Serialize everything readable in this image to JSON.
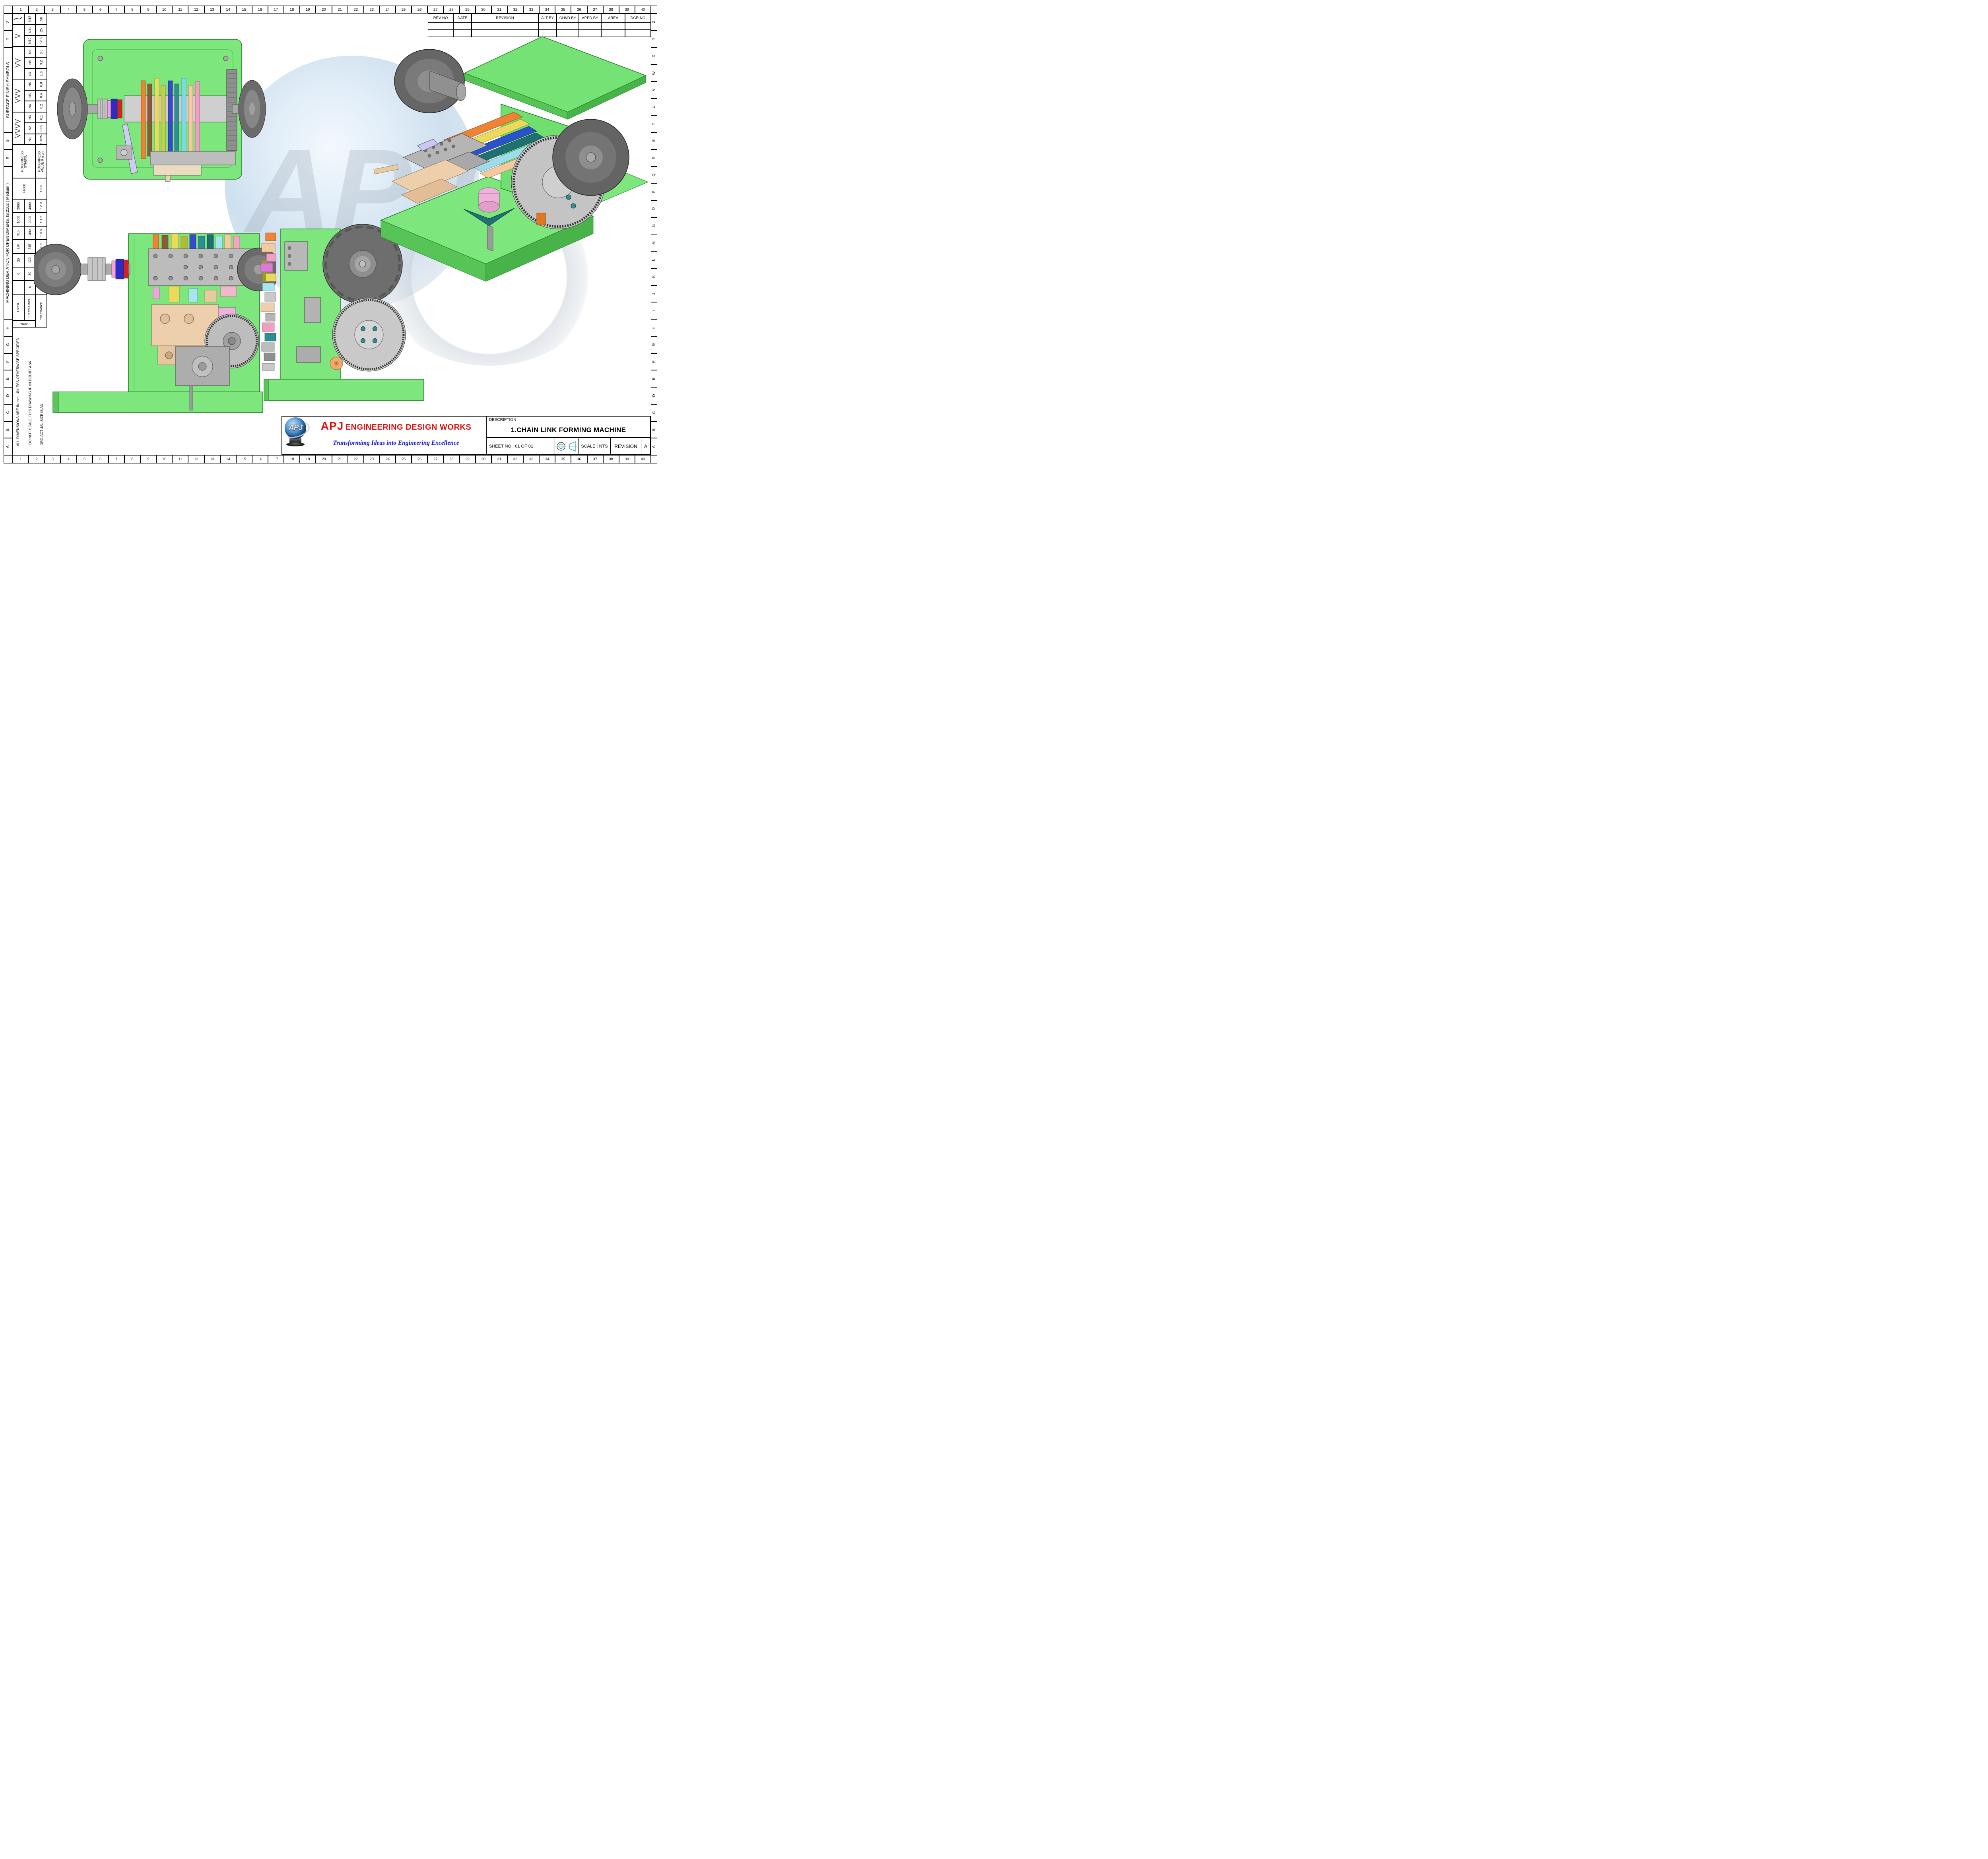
{
  "colors": {
    "machine_green": "#7DE77D",
    "machine_green_dark": "#1E7A1E",
    "flywheel_gray": "#6B6B6B",
    "brand_red": "#E01010",
    "tagline_blue": "#1414E0",
    "projection_teal": "#18A8A8"
  },
  "grid": {
    "columns": [
      "1",
      "2",
      "3",
      "4",
      "5",
      "6",
      "7",
      "8",
      "9",
      "10",
      "11",
      "12",
      "13",
      "14",
      "15",
      "16",
      "17",
      "18",
      "19",
      "20",
      "21",
      "22",
      "23",
      "24",
      "25",
      "26",
      "27",
      "28",
      "29",
      "30",
      "31",
      "32",
      "33",
      "34",
      "35",
      "36",
      "37",
      "38",
      "39",
      "40"
    ],
    "rows": [
      "Z",
      "Y",
      "X",
      "W",
      "V",
      "U",
      "T",
      "S",
      "R",
      "Q",
      "P",
      "O",
      "N",
      "M",
      "L",
      "K",
      "J",
      "I",
      "H",
      "G",
      "F",
      "E",
      "D",
      "C",
      "B",
      "A"
    ]
  },
  "surface_finish_table": {
    "title": "SURFACE FINISH SYMBOLS",
    "symbol_col_label": [
      "ROUGHNESS",
      "SYMBOL"
    ],
    "value_col_label": [
      "ROUGHNESS",
      "VALUE R a µm"
    ],
    "groups": [
      {
        "symbol": "squiggle-any-finish-icon",
        "rows": [
          [
            "N12",
            "50"
          ]
        ]
      },
      {
        "symbol": "triangle-1-icon",
        "rows": [
          [
            "N11",
            "25"
          ],
          [
            "N10",
            "12.5"
          ]
        ]
      },
      {
        "symbol": "triangle-2-icon",
        "rows": [
          [
            "N9",
            "6.3"
          ],
          [
            "N8",
            "3.2"
          ],
          [
            "N7",
            "1.6"
          ]
        ]
      },
      {
        "symbol": "triangle-3-icon",
        "rows": [
          [
            "N6",
            "0.8"
          ],
          [
            "N5",
            "0.4"
          ],
          [
            "N4",
            "0.2"
          ]
        ]
      },
      {
        "symbol": "triangle-4-icon",
        "rows": [
          [
            "N3",
            "0.1"
          ],
          [
            "N2",
            "0.05"
          ],
          [
            "N1",
            "0.025"
          ]
        ]
      }
    ]
  },
  "machining_table": {
    "title": "MACHINING DEVIATION FOR OPEN DIMENS. IS:2102 ( Medium )",
    "dimn_label": "DIMN.",
    "over_label": "OVER",
    "upto_label": "UP TO & INCL.",
    "tolerance_label": "TOLERANCE",
    "rows": [
      [
        ">4000",
        null,
        "± 3.0"
      ],
      [
        "2000",
        "4000",
        "± 2.0"
      ],
      [
        "1000",
        "2000",
        "± 1.2"
      ],
      [
        "315",
        "1000",
        "± 0.8"
      ],
      [
        "120",
        "315",
        "± 0.5"
      ],
      [
        "30",
        "120",
        "± 0.3"
      ],
      [
        "6",
        "30",
        "± 0.2"
      ],
      [
        "",
        "6",
        "± 0.1"
      ]
    ]
  },
  "notes": [
    "ALL DIMENSIONS ARE IN mm. UNLESS OTHERWISE SPECIFIED.",
    "DO NOT SCALE THIS DRAWING IF IN DOUBT ASK .",
    "DRG ACTUAL SIZE IS A3"
  ],
  "revision_table": {
    "headers": [
      "REV NO",
      "DATE",
      "REVISION",
      "ALT BY",
      "CHKD BY",
      "APPD BY",
      "AREA",
      "DCR NO"
    ],
    "empty_row_count": 2
  },
  "title_block": {
    "logo_text": "APJ",
    "company_prefix": "APJ",
    "company_name": "ENGINEERING DESIGN WORKS",
    "tagline": "Transformimg Ideas into Engineering Excellence",
    "description_label": "DESCRIPTION",
    "description": "1.CHAIN LINK FORMING MACHINE",
    "sheet_no": "SHEET NO : 01 OF 01",
    "scale": "SCALE : NTS",
    "revision_label": "REVISION",
    "revision_value": "A",
    "projection_icon": "third-angle-projection-icon"
  },
  "views": {
    "top": "top-view-orthographic",
    "front": "front-view-orthographic",
    "side": "side-view-orthographic",
    "iso": "isometric-view"
  }
}
